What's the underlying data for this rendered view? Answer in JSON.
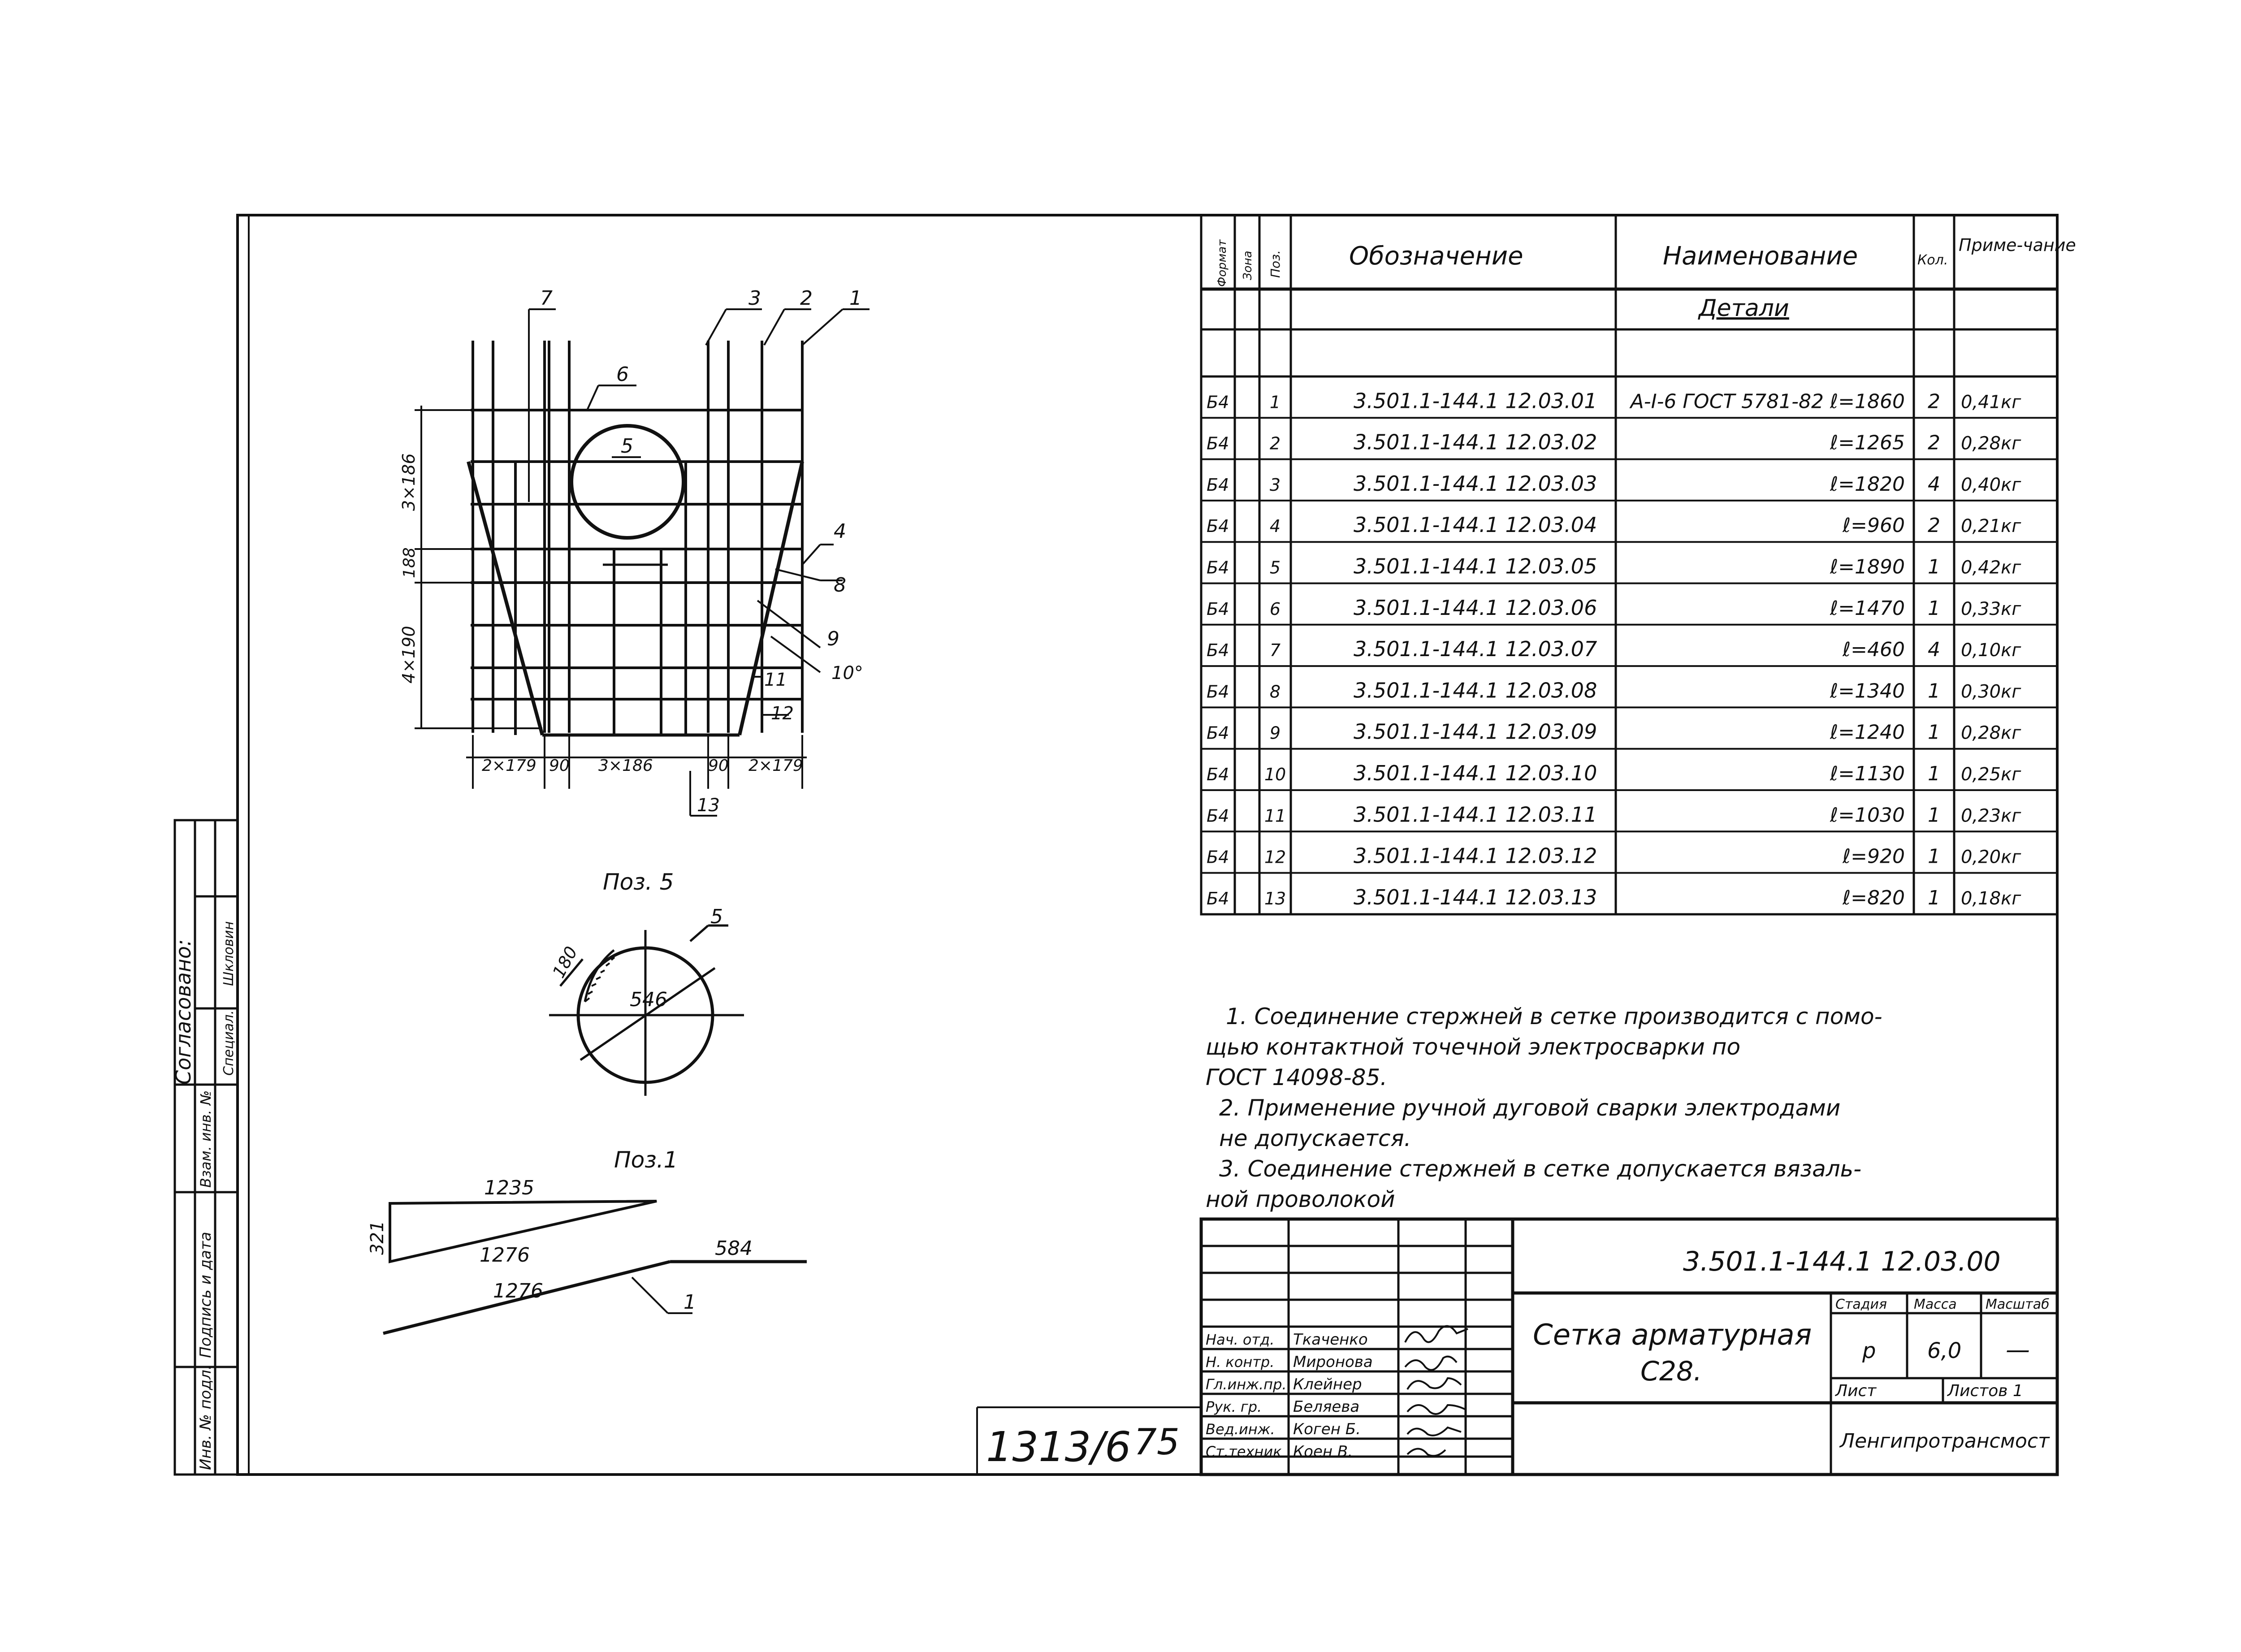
{
  "spec_table": {
    "headers": {
      "format": "Формат",
      "zone": "Зона",
      "pos": "Поз.",
      "designation": "Обозначение",
      "name": "Наименование",
      "qty": "Кол.",
      "note": "Приме-чание"
    },
    "section_title": "Детали",
    "rows": [
      {
        "format": "Б4",
        "pos": "1",
        "designation": "3.501.1-144.1  12.03.01",
        "name": "A-I-6 ГОСТ 5781-82  ℓ=1860",
        "qty": "2",
        "note": "0,41кг"
      },
      {
        "format": "Б4",
        "pos": "2",
        "designation": "3.501.1-144.1  12.03.02",
        "name": "ℓ=1265",
        "qty": "2",
        "note": "0,28кг"
      },
      {
        "format": "Б4",
        "pos": "3",
        "designation": "3.501.1-144.1  12.03.03",
        "name": "ℓ=1820",
        "qty": "4",
        "note": "0,40кг"
      },
      {
        "format": "Б4",
        "pos": "4",
        "designation": "3.501.1-144.1  12.03.04",
        "name": "ℓ=960",
        "qty": "2",
        "note": "0,21кг"
      },
      {
        "format": "Б4",
        "pos": "5",
        "designation": "3.501.1-144.1  12.03.05",
        "name": "ℓ=1890",
        "qty": "1",
        "note": "0,42кг"
      },
      {
        "format": "Б4",
        "pos": "6",
        "designation": "3.501.1-144.1  12.03.06",
        "name": "ℓ=1470",
        "qty": "1",
        "note": "0,33кг"
      },
      {
        "format": "Б4",
        "pos": "7",
        "designation": "3.501.1-144.1  12.03.07",
        "name": "ℓ=460",
        "qty": "4",
        "note": "0,10кг"
      },
      {
        "format": "Б4",
        "pos": "8",
        "designation": "3.501.1-144.1  12.03.08",
        "name": "ℓ=1340",
        "qty": "1",
        "note": "0,30кг"
      },
      {
        "format": "Б4",
        "pos": "9",
        "designation": "3.501.1-144.1  12.03.09",
        "name": "ℓ=1240",
        "qty": "1",
        "note": "0,28кг"
      },
      {
        "format": "Б4",
        "pos": "10",
        "designation": "3.501.1-144.1  12.03.10",
        "name": "ℓ=1130",
        "qty": "1",
        "note": "0,25кг"
      },
      {
        "format": "Б4",
        "pos": "11",
        "designation": "3.501.1-144.1  12.03.11",
        "name": "ℓ=1030",
        "qty": "1",
        "note": "0,23кг"
      },
      {
        "format": "Б4",
        "pos": "12",
        "designation": "3.501.1-144.1  12.03.12",
        "name": "ℓ=920",
        "qty": "1",
        "note": "0,20кг"
      },
      {
        "format": "Б4",
        "pos": "13",
        "designation": "3.501.1-144.1  12.03.13",
        "name": "ℓ=820",
        "qty": "1",
        "note": "0,18кг"
      }
    ]
  },
  "notes": [
    "1.  Соединение  стержней  в  сетке  производится  с  помо-",
    "щью  контактной  точечной  электросварки  по",
    "ГОСТ  14098-85.",
    "2.  Применение  ручной  дуговой  сварки  электродами",
    "не  допускается.",
    "3.  Соединение  стержней  в  сетке  допускается  вязаль-",
    "ной  проволокой"
  ],
  "title_block": {
    "doc_number": "3.501.1-144.1  12.03.00",
    "title_line1": "Сетка  арматурная",
    "title_line2": "С28.",
    "stage_label": "Стадия",
    "mass_label": "Масса",
    "scale_label": "Масштаб",
    "stage": "р",
    "mass": "6,0",
    "scale": "—",
    "sheet_label": "Лист",
    "sheets_label": "Листов 1",
    "organization": "Ленгипротрансмост",
    "staff": [
      {
        "role": "Нач. отд.",
        "name": "Ткаченко"
      },
      {
        "role": "Н. контр.",
        "name": "Миронова"
      },
      {
        "role": "Гл.инж.пр.",
        "name": "Клейнер"
      },
      {
        "role": "Рук. гр.",
        "name": "Беляева"
      },
      {
        "role": "Вед.инж.",
        "name": "Коген Б."
      },
      {
        "role": "Ст.техник",
        "name": "Коен В."
      }
    ]
  },
  "sheet_marks": {
    "archive_no": "1313/6",
    "page": "75"
  },
  "side_stamp": {
    "agreed": "Согласовано:",
    "col1_a": "Специал.",
    "col1_b": "Шкловин",
    "inv_replace": "Взам. инв. №",
    "sign_date": "Подпись и дата",
    "inv_orig": "Инв. № подл."
  },
  "main_drawing": {
    "labels": {
      "l1": "1",
      "l2": "2",
      "l3": "3",
      "l4": "4",
      "l5": "5",
      "l6": "6",
      "l7": "7",
      "l8": "8",
      "l9": "9",
      "l10": "10°",
      "l11": "11",
      "l12": "12",
      "l13": "13"
    },
    "dims": {
      "left_top": "3×186",
      "left_mid": "188",
      "left_bot": "4×190",
      "bot_1": "2×179",
      "bot_2": "90",
      "bot_3": "3×186",
      "bot_4": "90",
      "bot_5": "2×179"
    }
  },
  "detail_5": {
    "title": "Поз. 5",
    "label": "5",
    "dia": "546",
    "arc": "180"
  },
  "detail_1": {
    "title": "Поз.1",
    "top": "1235",
    "side": "321",
    "hyp": "1276",
    "straight": "584",
    "bent": "1276",
    "label": "1"
  }
}
